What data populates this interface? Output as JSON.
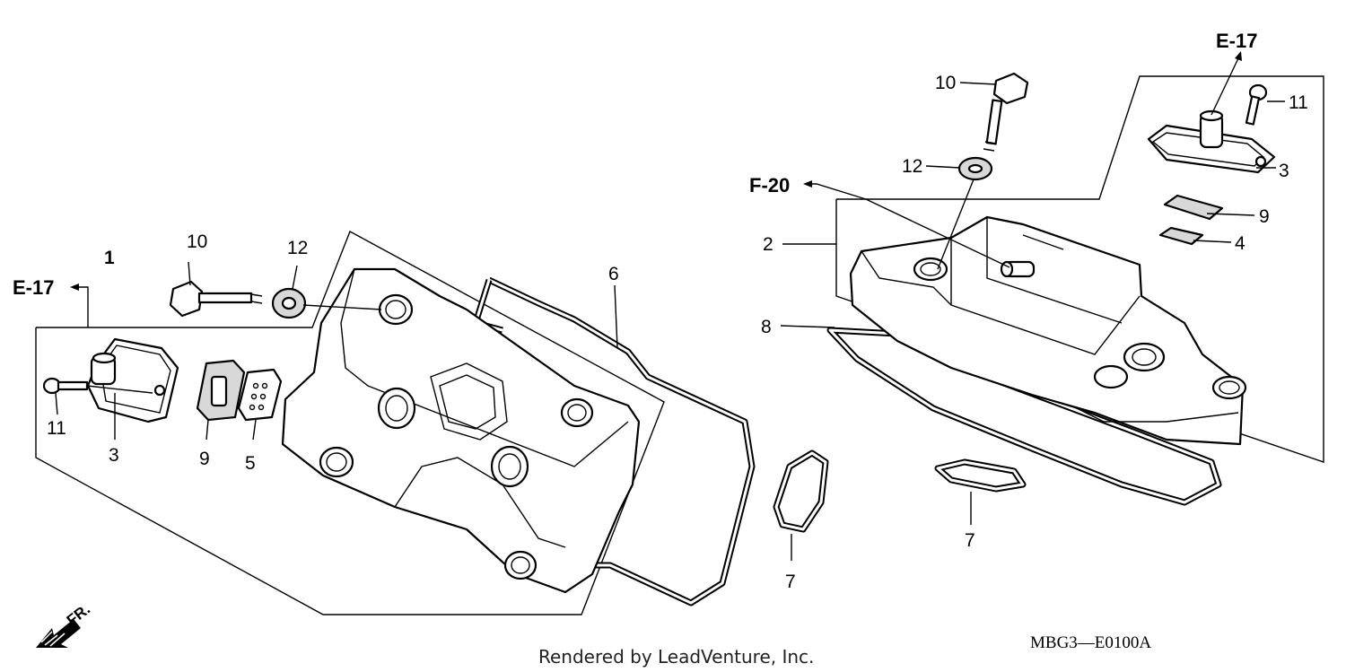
{
  "refs": {
    "e17_left": "E-17",
    "e17_right": "E-17",
    "f20": "F-20"
  },
  "callouts": {
    "left": {
      "n1": "1",
      "n10": "10",
      "n12": "12",
      "n6": "6",
      "n11": "11",
      "n3": "3",
      "n9": "9",
      "n5": "5",
      "n7": "7"
    },
    "right": {
      "n10": "10",
      "n11": "11",
      "n12": "12",
      "n3": "3",
      "n2": "2",
      "n9": "9",
      "n4": "4",
      "n8": "8",
      "n7": "7"
    }
  },
  "direction": "FR.",
  "diagram_code": "MBG3—E0100A",
  "credit": "Rendered by LeadVenture, Inc."
}
